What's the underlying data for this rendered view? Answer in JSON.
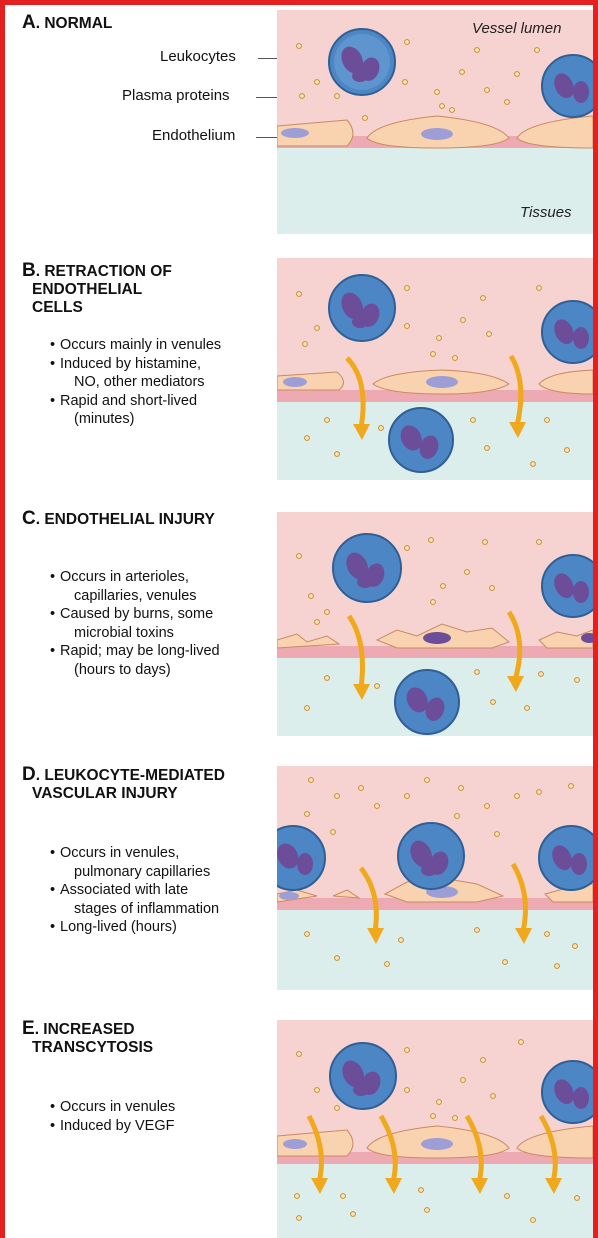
{
  "panels": [
    {
      "letter": "A",
      "title_lines": [
        ". NORMAL"
      ],
      "bullets": []
    },
    {
      "letter": "B",
      "title_lines": [
        ". RETRACTION OF",
        "ENDOTHELIAL",
        "CELLS"
      ],
      "bullets": [
        {
          "line1": "Occurs mainly in venules",
          "line2": ""
        },
        {
          "line1": "Induced by histamine,",
          "line2": "NO, other mediators"
        },
        {
          "line1": "Rapid and short-lived",
          "line2": "(minutes)"
        }
      ]
    },
    {
      "letter": "C",
      "title_lines": [
        ". ENDOTHELIAL INJURY"
      ],
      "bullets": [
        {
          "line1": "Occurs in arterioles,",
          "line2": "capillaries, venules"
        },
        {
          "line1": "Caused by burns, some",
          "line2": "microbial toxins"
        },
        {
          "line1": "Rapid; may be long-lived",
          "line2": "(hours to days)"
        }
      ]
    },
    {
      "letter": "D",
      "title_lines": [
        ". LEUKOCYTE-MEDIATED",
        "VASCULAR INJURY"
      ],
      "bullets": [
        {
          "line1": "Occurs in venules,",
          "line2": "pulmonary capillaries"
        },
        {
          "line1": "Associated with late",
          "line2": "stages of inflammation"
        },
        {
          "line1": "Long-lived (hours)",
          "line2": ""
        }
      ]
    },
    {
      "letter": "E",
      "title_lines": [
        ". INCREASED",
        "TRANSCYTOSIS"
      ],
      "bullets": [
        {
          "line1": "Occurs in venules",
          "line2": ""
        },
        {
          "line1": "Induced by VEGF",
          "line2": ""
        }
      ]
    }
  ],
  "labels": {
    "leukocytes": "Leukocytes",
    "plasma_proteins": "Plasma proteins",
    "endothelium": "Endothelium",
    "vessel_lumen": "Vessel lumen",
    "tissues": "Tissues"
  },
  "colors": {
    "frame": "#e41f1f",
    "lumen": "#f6d3d0",
    "tissue": "#dbeeec",
    "endothelium": "#f9d2b0",
    "nucleus": "#9e9ed6",
    "leukocyte": "#4d86c4",
    "leukocyte_nucleus": "#6b4d9a",
    "protein": "#e8a94a",
    "arrow": "#f0a81c"
  }
}
